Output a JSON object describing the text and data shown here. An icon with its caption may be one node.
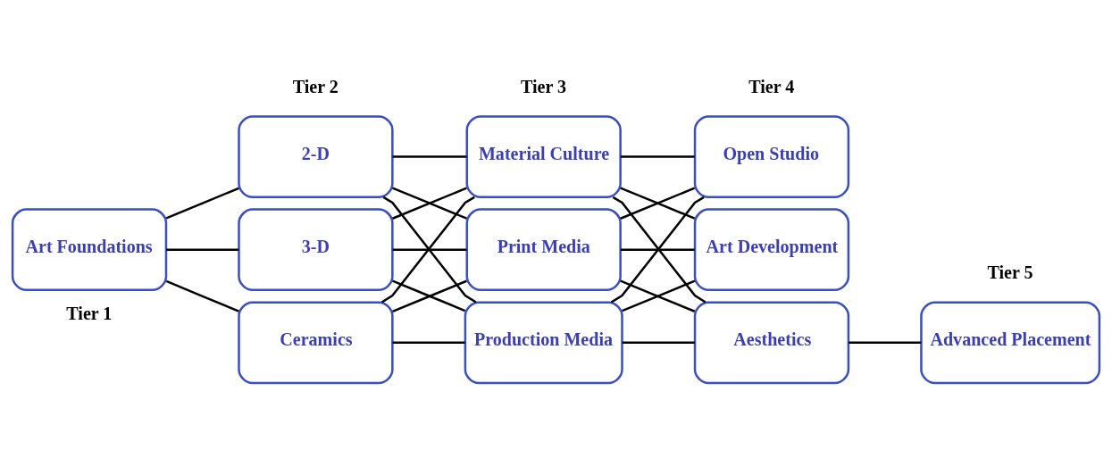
{
  "diagram": {
    "nodes": [
      {
        "text": [
          "Art Foundations"
        ]
      },
      {
        "text": [
          "2-D"
        ]
      },
      {
        "text": [
          "3-D"
        ]
      },
      {
        "text": [
          "Ceramics"
        ]
      },
      {
        "text": [
          "Material Culture"
        ]
      },
      {
        "text": [
          "Print Media"
        ]
      },
      {
        "text": [
          "Production Media"
        ]
      },
      {
        "text": [
          "Open Studio"
        ]
      },
      {
        "text": [
          "Art Development"
        ]
      },
      {
        "text": [
          "Aesthetics"
        ]
      },
      {
        "text": [
          "Advanced Placement"
        ]
      }
    ],
    "edges": [
      {
        "from": 0,
        "to": 1,
        "arrow": "none"
      },
      {
        "from": 0,
        "to": 2,
        "arrow": "none"
      },
      {
        "from": 0,
        "to": 3,
        "arrow": "none"
      },
      {
        "from": 1,
        "to": 4,
        "arrow": "none"
      },
      {
        "from": 1,
        "to": 5,
        "arrow": "none"
      },
      {
        "from": 1,
        "to": 6,
        "arrow": "none"
      },
      {
        "from": 2,
        "to": 4,
        "arrow": "none"
      },
      {
        "from": 2,
        "to": 5,
        "arrow": "none"
      },
      {
        "from": 2,
        "to": 6,
        "arrow": "none"
      },
      {
        "from": 3,
        "to": 4,
        "arrow": "none"
      },
      {
        "from": 3,
        "to": 5,
        "arrow": "none"
      },
      {
        "from": 3,
        "to": 6,
        "arrow": "none"
      },
      {
        "from": 4,
        "to": 7,
        "arrow": "none"
      },
      {
        "from": 4,
        "to": 8,
        "arrow": "none"
      },
      {
        "from": 4,
        "to": 9,
        "arrow": "none"
      },
      {
        "from": 5,
        "to": 7,
        "arrow": "none"
      },
      {
        "from": 5,
        "to": 8,
        "arrow": "none"
      },
      {
        "from": 5,
        "to": 9,
        "arrow": "none"
      },
      {
        "from": 6,
        "to": 7,
        "arrow": "none"
      },
      {
        "from": 6,
        "to": 8,
        "arrow": "none"
      },
      {
        "from": 6,
        "to": 9,
        "arrow": "none"
      },
      {
        "from": 9,
        "to": 10,
        "arrow": "none"
      }
    ],
    "labels": [
      "Tier 2",
      "Tier 3",
      "Tier 4",
      "Tier 1",
      "Tier 5"
    ]
  }
}
